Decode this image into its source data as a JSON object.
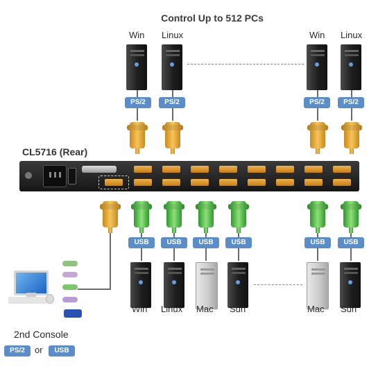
{
  "title": "Control Up to 512 PCs",
  "device_label": "CL5716 (Rear)",
  "top_computers": [
    {
      "os": "Win",
      "badge": "PS/2"
    },
    {
      "os": "Linux",
      "badge": "PS/2"
    },
    {
      "os": "Win",
      "badge": "PS/2"
    },
    {
      "os": "Linux",
      "badge": "PS/2"
    }
  ],
  "bottom_computers": [
    {
      "os": "Win",
      "badge": "USB"
    },
    {
      "os": "Linux",
      "badge": "USB"
    },
    {
      "os": "Mac",
      "badge": "USB"
    },
    {
      "os": "Sun",
      "badge": "USB"
    },
    {
      "os": "Mac",
      "badge": "USB"
    },
    {
      "os": "Sun",
      "badge": "USB"
    }
  ],
  "console": {
    "label": "2nd Console",
    "options": [
      "PS/2",
      "USB"
    ],
    "or": "or"
  },
  "colors": {
    "badge": "#5b8ec9",
    "kvm_body": "#1e1e1e",
    "port": "#e59b2a",
    "ps2_connector": "#f0b545",
    "usb_connector": "#59c44c"
  }
}
